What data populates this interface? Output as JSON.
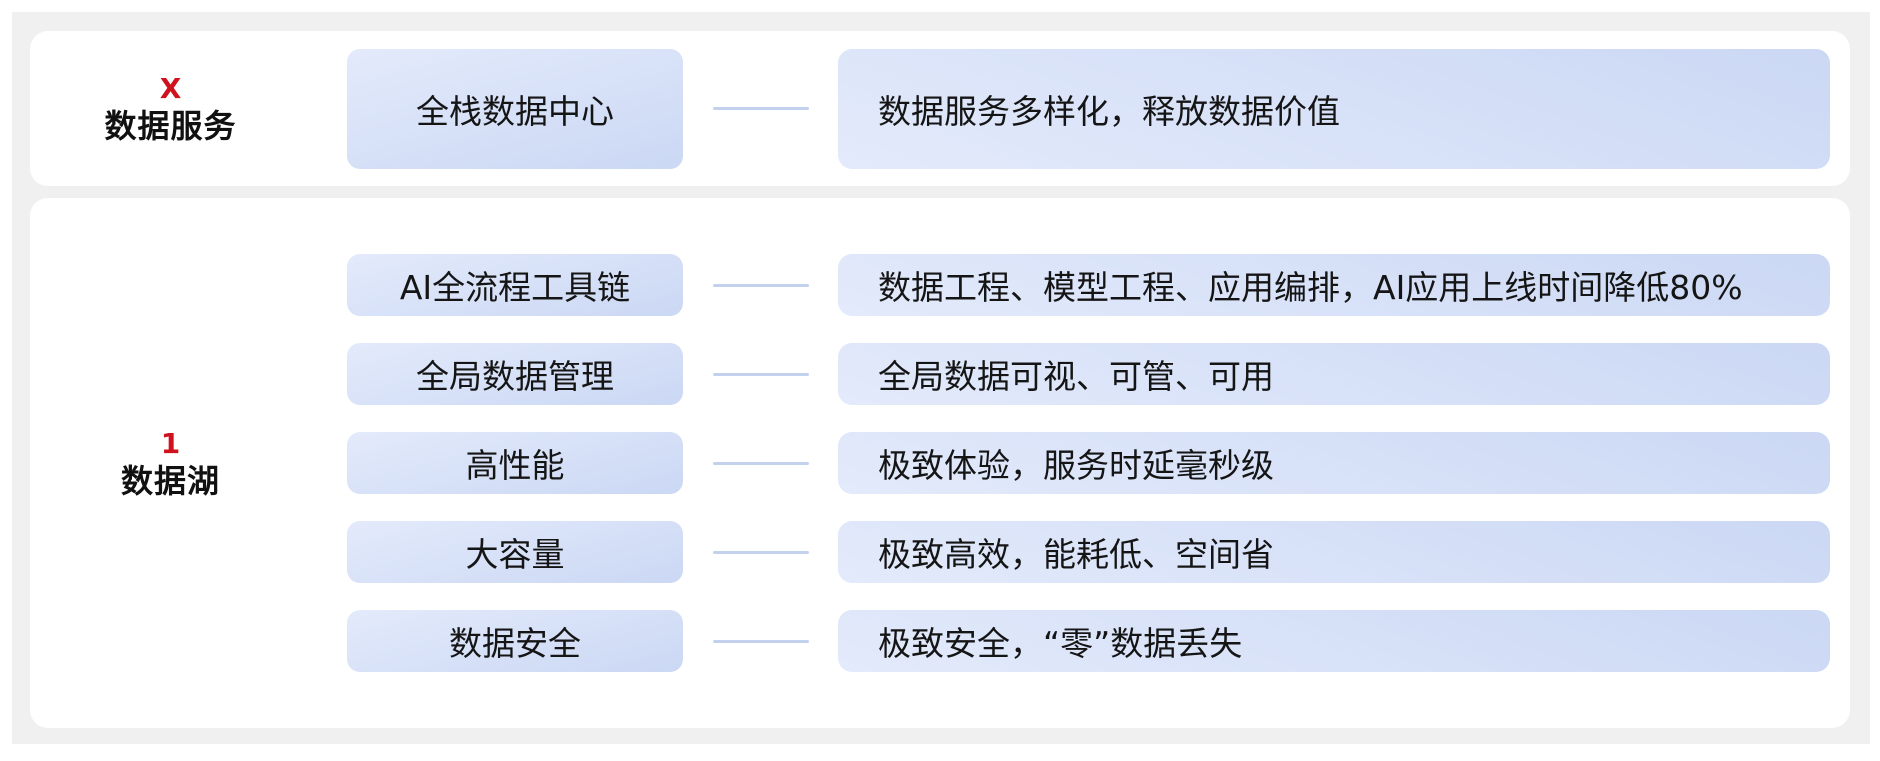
{
  "palette": {
    "canvas_bg": "#f0f0f1",
    "card_bg": "#ffffff",
    "box_dark": "#cbd8f4",
    "box_light": "#e3eafb",
    "connector": "#c3d0ee",
    "accent_red": "#d0121f",
    "text": "#151515"
  },
  "sections": [
    {
      "id": "data-service",
      "badge": "X",
      "title": "数据服务",
      "rows": [
        {
          "feature": "全栈数据中心",
          "description": "数据服务多样化，释放数据价值"
        }
      ]
    },
    {
      "id": "data-lake",
      "badge": "1",
      "title": "数据湖",
      "rows": [
        {
          "feature": "AI全流程工具链",
          "description": "数据工程、模型工程、应用编排，AI应用上线时间降低80%"
        },
        {
          "feature": "全局数据管理",
          "description": "全局数据可视、可管、可用"
        },
        {
          "feature": "高性能",
          "description": "极致体验，服务时延毫秒级"
        },
        {
          "feature": "大容量",
          "description": "极致高效，能耗低、空间省"
        },
        {
          "feature": "数据安全",
          "description": "极致安全，“零”数据丢失"
        }
      ]
    }
  ]
}
